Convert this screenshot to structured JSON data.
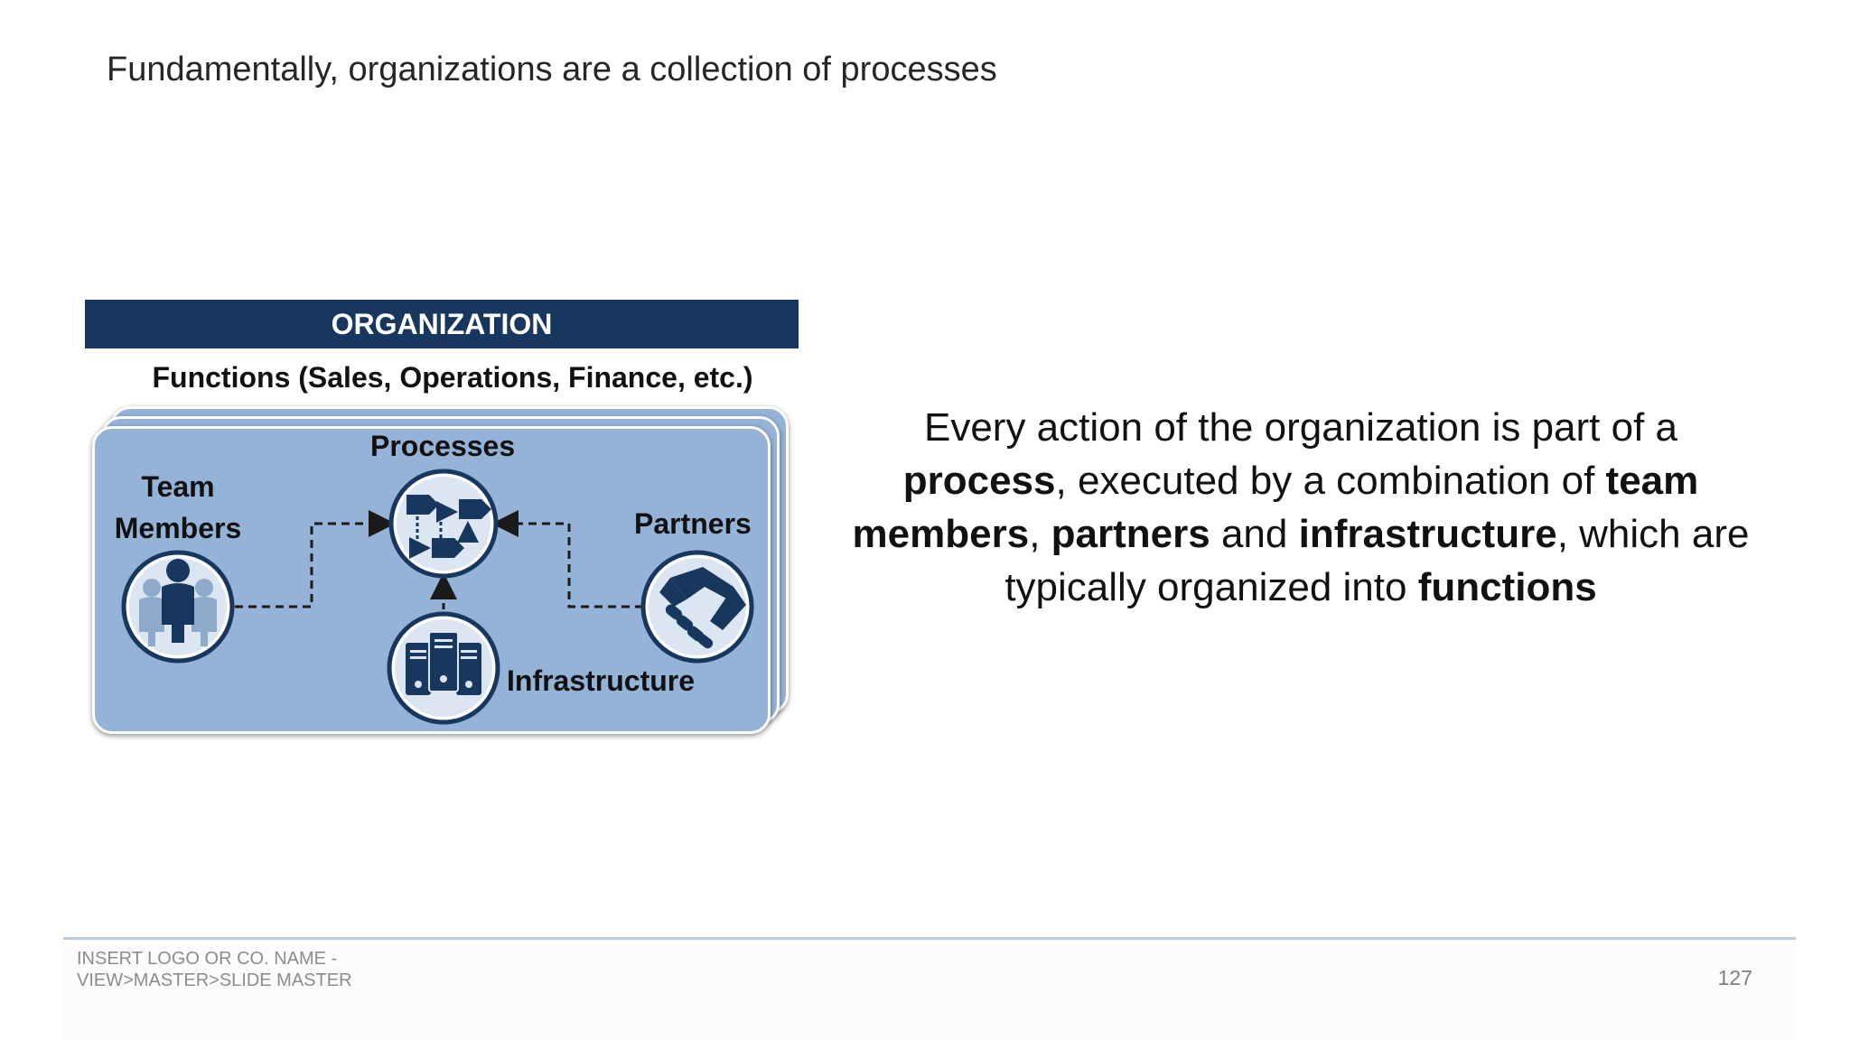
{
  "slide": {
    "title": "Fundamentally, organizations are a collection of processes"
  },
  "diagram": {
    "banner": "ORGANIZATION",
    "functions_label": "Functions (Sales, Operations, Finance, etc.)",
    "processes_label": "Processes",
    "team_label_line1": "Team",
    "team_label_line2": "Members",
    "partners_label": "Partners",
    "infrastructure_label": "Infrastructure",
    "icons": [
      "process-flow-icon",
      "team-members-icon",
      "handshake-icon",
      "servers-icon"
    ],
    "colors": {
      "banner": "#17375e",
      "panel": "#95b3d7",
      "icon_fill": "#17375e"
    }
  },
  "body": {
    "parts": [
      {
        "text": "Every action of the organization is part of a ",
        "bold": false
      },
      {
        "text": "process",
        "bold": true
      },
      {
        "text": ", executed by a combination of ",
        "bold": false
      },
      {
        "text": "team members",
        "bold": true
      },
      {
        "text": ", ",
        "bold": false
      },
      {
        "text": "partners",
        "bold": true
      },
      {
        "text": " and ",
        "bold": false
      },
      {
        "text": "infrastructure",
        "bold": true
      },
      {
        "text": ", which are typically organized into ",
        "bold": false
      },
      {
        "text": "functions",
        "bold": true
      }
    ]
  },
  "footer": {
    "logo_line1": "INSERT LOGO OR CO. NAME -",
    "logo_line2": "VIEW>MASTER>SLIDE MASTER",
    "page_number": "127"
  }
}
